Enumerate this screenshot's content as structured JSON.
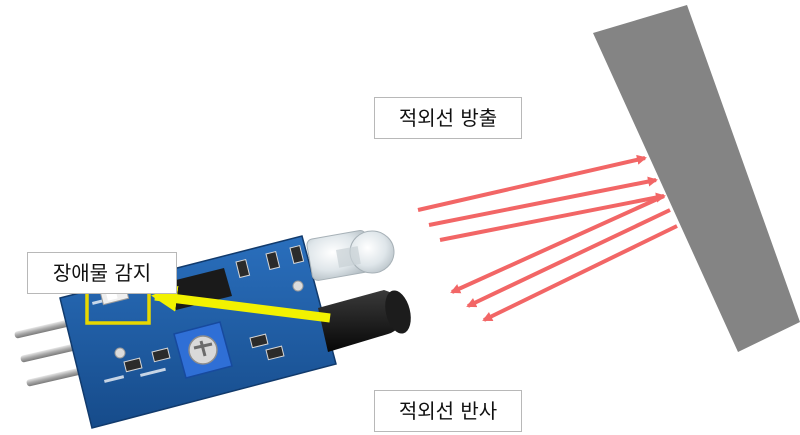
{
  "labels": {
    "emit": "적외선 방출",
    "detect": "장애물 감지",
    "reflect": "적외선 반사"
  },
  "colors": {
    "ray": "#f26666",
    "obstacle": "#848484",
    "board": "#1f5fa6",
    "highlight": "#e8d800",
    "arrow": "#f2f200"
  }
}
